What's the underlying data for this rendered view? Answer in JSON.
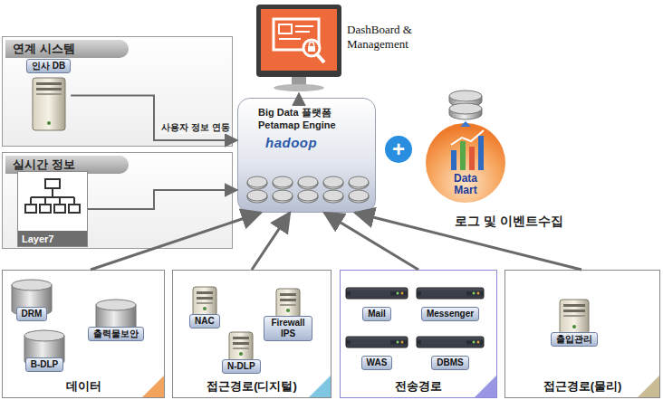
{
  "diagram": {
    "nodes": [
      {
        "text": [
          "DashBoard & Management"
        ]
      },
      {
        "text": [
          "연계 시스템"
        ]
      },
      {
        "text": [
          "인사 DB"
        ],
        "in": 1
      },
      {
        "text": [
          "실시간 정보"
        ]
      },
      {
        "text": [
          "Layer7"
        ],
        "in": 3
      },
      {
        "text": [
          "Big Data 플랫폼 Petamap Engine",
          "hadoop"
        ]
      },
      {
        "text": [
          "Data Mart"
        ]
      },
      {
        "text": [
          "데이터"
        ]
      },
      {
        "text": [
          "DRM"
        ],
        "in": 7
      },
      {
        "text": [
          "출력물보안"
        ],
        "in": 7
      },
      {
        "text": [
          "B-DLP"
        ],
        "in": 7
      },
      {
        "text": [
          "접근경로(디지털)"
        ]
      },
      {
        "text": [
          "NAC"
        ],
        "in": 11
      },
      {
        "text": [
          "Firewall IPS"
        ],
        "in": 11
      },
      {
        "text": [
          "N-DLP"
        ],
        "in": 11
      },
      {
        "text": [
          "전송경로"
        ]
      },
      {
        "text": [
          "Mail"
        ],
        "in": 15
      },
      {
        "text": [
          "Messenger"
        ],
        "in": 15
      },
      {
        "text": [
          "WAS"
        ],
        "in": 15
      },
      {
        "text": [
          "DBMS"
        ],
        "in": 15
      },
      {
        "text": [
          "접근경로(물리)"
        ]
      },
      {
        "text": [
          "출입관리"
        ],
        "in": 20
      }
    ],
    "edges": [
      {
        "from": 2,
        "to": 5,
        "arrow": "to",
        "label": "사용자 정보 연동"
      },
      {
        "from": 4,
        "to": 5,
        "arrow": "to"
      },
      {
        "from": 5,
        "to": 0,
        "arrow": "to"
      },
      {
        "from": 7,
        "to": 5,
        "arrow": "to"
      },
      {
        "from": 11,
        "to": 5,
        "arrow": "to"
      },
      {
        "from": 15,
        "to": 5,
        "arrow": "to"
      },
      {
        "from": 20,
        "to": 5,
        "arrow": "to"
      }
    ],
    "labels": [
      "+",
      "로그 및 이벤트수집"
    ]
  }
}
